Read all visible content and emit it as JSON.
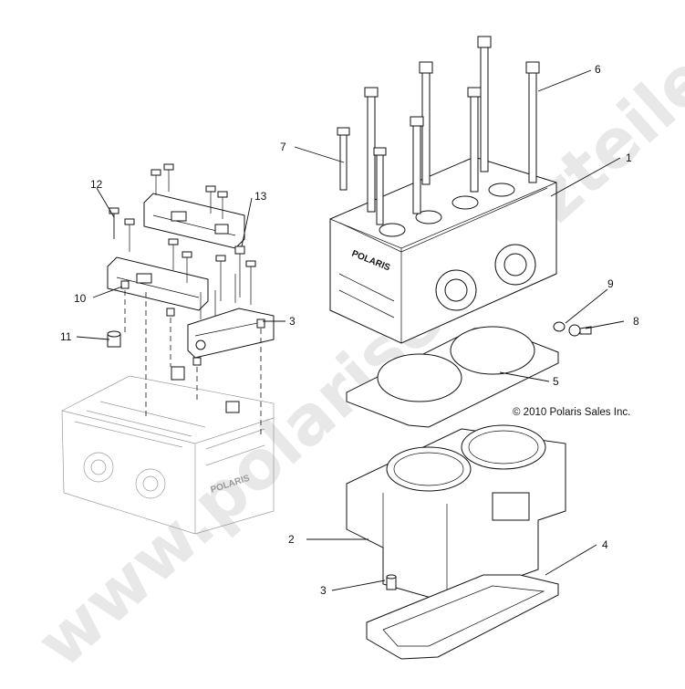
{
  "copyright": "© 2010 Polaris Sales Inc.",
  "watermark": "www.polarisersatzteile.de",
  "engraving": "POLARIS",
  "callouts": {
    "c1": "1",
    "c2": "2",
    "c3a": "3",
    "c3b": "3",
    "c4": "4",
    "c5": "5",
    "c6": "6",
    "c7": "7",
    "c8": "8",
    "c9": "9",
    "c10": "10",
    "c11": "11",
    "c12": "12",
    "c13": "13"
  }
}
